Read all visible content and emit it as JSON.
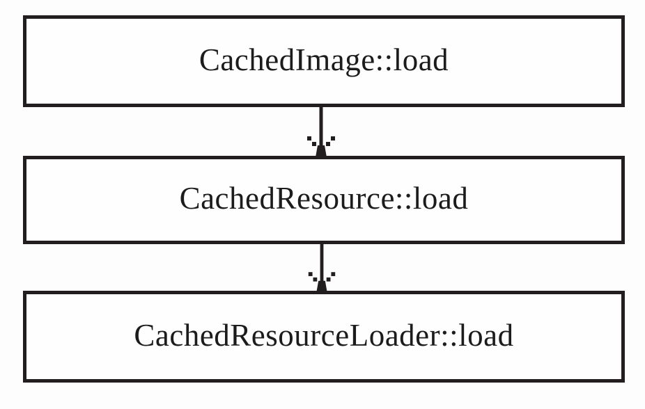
{
  "diagram": {
    "type": "flowchart",
    "direction": "top-down",
    "nodes": [
      {
        "id": "cached-image-load",
        "label": "CachedImage::load"
      },
      {
        "id": "cached-resource-load",
        "label": "CachedResource::load"
      },
      {
        "id": "cached-resource-loader-load",
        "label": "CachedResourceLoader::load"
      }
    ],
    "edges": [
      {
        "from": "CachedImage::load",
        "to": "CachedResource::load",
        "style": "solid-line-dotted-open-arrowhead"
      },
      {
        "from": "CachedResource::load",
        "to": "CachedResourceLoader::load",
        "style": "solid-line-dotted-open-arrowhead"
      }
    ],
    "colors": {
      "border": "#221e1f",
      "box_fill": "#fefefe",
      "background": "#fdfdfd",
      "text": "#1c1c1c"
    }
  }
}
